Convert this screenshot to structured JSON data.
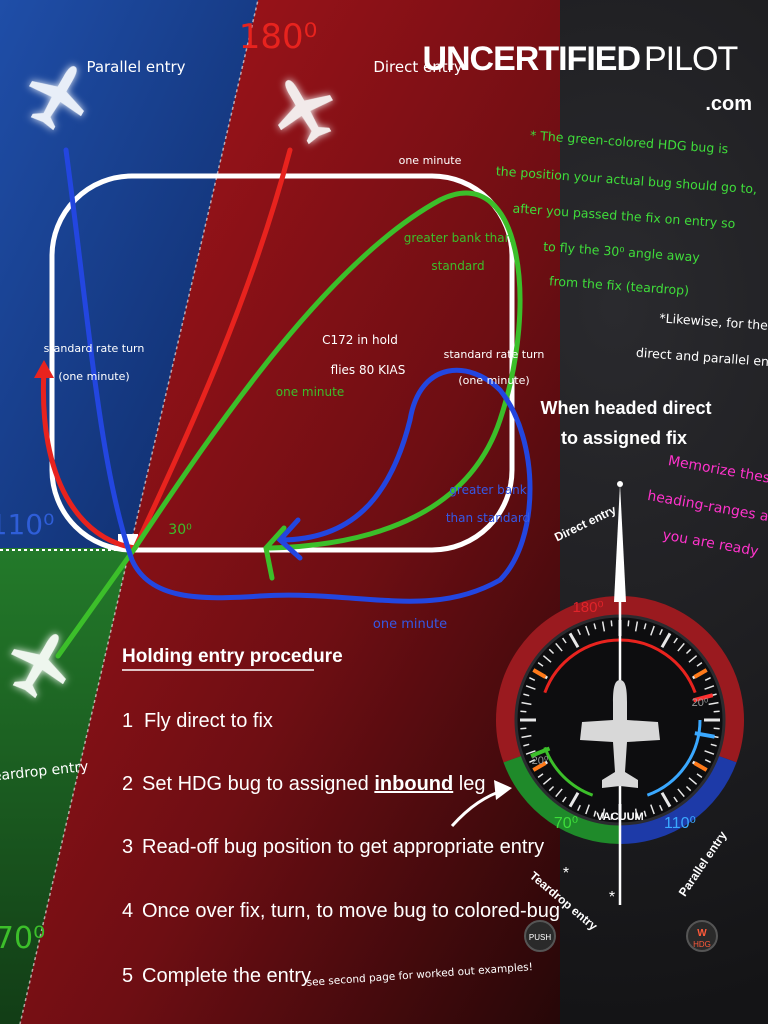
{
  "brand": {
    "name_bold": "UNCERTIFIED",
    "name_light": "PILOT",
    "domain": ".com"
  },
  "headings": {
    "parallel_entry": "Parallel entry",
    "direct_entry": "Direct entry",
    "teardrop_entry": "Teardrop entry"
  },
  "headings_values": {
    "h180": "180⁰",
    "h110": "110⁰",
    "h70": "70⁰"
  },
  "diagram_labels": {
    "one_minute_top": "one minute",
    "one_minute_green": "one minute",
    "one_minute_bottom": "one minute",
    "greater_bank_top": [
      "greater bank than",
      "standard"
    ],
    "greater_bank_bottom": [
      "greater bank",
      "than standard"
    ],
    "std_turn_left": [
      "standard rate turn",
      "(one minute)"
    ],
    "std_turn_right": [
      "standard rate turn",
      "(one minute)"
    ],
    "c172": [
      "C172 in hold",
      "flies 80 KIAS"
    ],
    "angle_30": "30⁰"
  },
  "notes": {
    "green_note": [
      "* The green-colored HDG bug is",
      "the position your actual bug should go to,",
      "after you passed the fix on entry so",
      "to fly the 30⁰ angle away",
      "from the fix (teardrop)"
    ],
    "likewise_note": [
      "*Likewise, for the",
      "direct and parallel entry"
    ],
    "headed_direct": [
      "When headed direct",
      "to assigned fix"
    ],
    "memorize": [
      "Memorize these",
      "heading-ranges and",
      "you are ready"
    ],
    "see_second": "see second page for worked out examples!"
  },
  "procedure": {
    "title": "Holding entry procedure",
    "steps": [
      {
        "num": "1",
        "text": "Fly direct to fix"
      },
      {
        "num": "2",
        "pre": "Set HDG bug to assigned ",
        "bold": "inbound",
        "post": " leg"
      },
      {
        "num": "3",
        "text": "Read-off bug position to get appropriate entry"
      },
      {
        "num": "4",
        "text": "Once over fix, turn, to move bug to colored-bug"
      },
      {
        "num": "5",
        "text": "Complete the entry"
      }
    ]
  },
  "instrument": {
    "ring_direct": "Direct entry",
    "ring_teardrop": "Teardrop entry",
    "ring_parallel": "Parallel entry",
    "label_180": "180⁰",
    "label_70": "70⁰",
    "label_110": "110⁰",
    "label_20_left": "20⁰",
    "label_20_right": "20⁰",
    "vacuum": "VACUUM",
    "push": "PUSH",
    "hdg": "HDG"
  },
  "colors": {
    "blue_sector": "#143a8a",
    "red_sector": "#8c1218",
    "green_sector": "#1d6b24",
    "note_green": "#3fdc3a",
    "note_magenta": "#ff33cc",
    "path_red": "#e8231e",
    "path_green": "#3cbf2a",
    "path_blue": "#2346e0"
  }
}
